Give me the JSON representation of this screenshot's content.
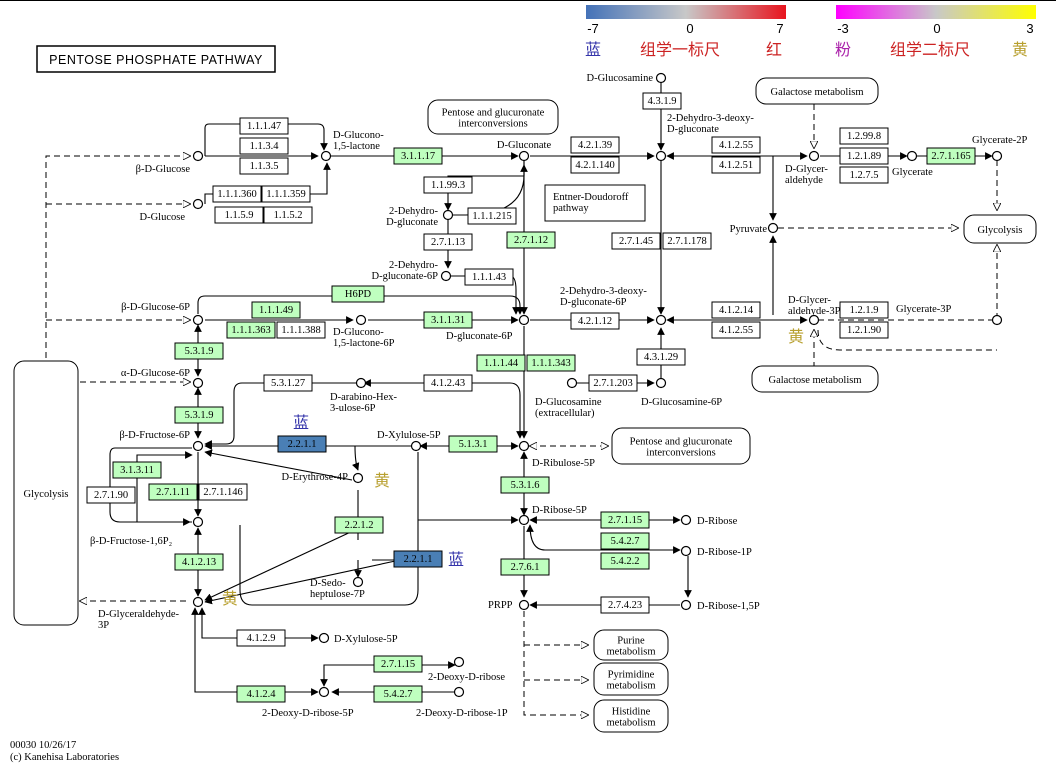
{
  "title": "PENTOSE PHOSPHATE PATHWAY",
  "footer": {
    "line1": "00030 10/26/17",
    "line2": "(c) Kanehisa Laboratories"
  },
  "legend": {
    "scale1": {
      "min": "-7",
      "mid": "0",
      "max": "7",
      "left_label": "蓝",
      "title": "组学一标尺",
      "right_label": "红"
    },
    "scale2": {
      "min": "-3",
      "mid": "0",
      "max": "3",
      "left_label": "粉",
      "title": "组学二标尺",
      "right_label": "黄"
    },
    "colors": {
      "blue": "#4472b8",
      "red": "#e8141e",
      "magenta": "#ff00ff",
      "yellow": "#ffff00",
      "label_blue": "#3333aa",
      "label_red": "#cc2222",
      "label_pink": "#aa22aa",
      "label_gold": "#b8a030"
    }
  },
  "color_codes": {
    "white": "#ffffff",
    "green": "#bfffbf",
    "blue": "#4a7fb5",
    "highlight": "#f0e000"
  },
  "marks": {
    "blue": "蓝",
    "yellow": "黄"
  },
  "maps": [
    {
      "label": "Pentose and glucuronate\ninterconversions"
    },
    {
      "label": "Galactose metabolism"
    },
    {
      "label": "Glycolysis"
    },
    {
      "label": "Galactose metabolism"
    },
    {
      "label": "Pentose and glucuronate\ninterconversions"
    },
    {
      "label": "Purine\nmetabolism"
    },
    {
      "label": "Pyrimidine\nmetabolism"
    },
    {
      "label": "Histidine\nmetabolism"
    },
    {
      "label": "Glycolysis"
    }
  ],
  "enzymes": [
    {
      "label": "1.1.1.47",
      "color": "white"
    },
    {
      "label": "1.1.3.4",
      "color": "white"
    },
    {
      "label": "1.1.3.5",
      "color": "white"
    },
    {
      "label": "1.1.1.360",
      "color": "white"
    },
    {
      "label": "1.1.1.359",
      "color": "white"
    },
    {
      "label": "1.1.5.9",
      "color": "white"
    },
    {
      "label": "1.1.5.2",
      "color": "white"
    },
    {
      "label": "3.1.1.17",
      "color": "green"
    },
    {
      "label": "1.1.99.3",
      "color": "white"
    },
    {
      "label": "1.1.1.215",
      "color": "white"
    },
    {
      "label": "2.7.1.13",
      "color": "white"
    },
    {
      "label": "2.7.1.12",
      "color": "green"
    },
    {
      "label": "1.1.1.43",
      "color": "white"
    },
    {
      "label": "4.2.1.39",
      "color": "white"
    },
    {
      "label": "4.2.1.140",
      "color": "white"
    },
    {
      "label": "4.3.1.9",
      "color": "white"
    },
    {
      "label": "4.1.2.55",
      "color": "white"
    },
    {
      "label": "4.1.2.51",
      "color": "white"
    },
    {
      "label": "1.2.99.8",
      "color": "white"
    },
    {
      "label": "1.2.1.89",
      "color": "white"
    },
    {
      "label": "1.2.7.5",
      "color": "white"
    },
    {
      "label": "2.7.1.165",
      "color": "green"
    },
    {
      "label": "2.7.1.45",
      "color": "white"
    },
    {
      "label": "2.7.1.178",
      "color": "white"
    },
    {
      "label": "H6PD",
      "color": "green"
    },
    {
      "label": "1.1.1.49",
      "color": "green"
    },
    {
      "label": "1.1.1.363",
      "color": "green"
    },
    {
      "label": "1.1.1.388",
      "color": "white"
    },
    {
      "label": "3.1.1.31",
      "color": "green"
    },
    {
      "label": "4.2.1.12",
      "color": "white"
    },
    {
      "label": "4.1.2.14",
      "color": "white"
    },
    {
      "label": "4.1.2.55",
      "color": "white"
    },
    {
      "label": "1.2.1.9",
      "color": "white"
    },
    {
      "label": "1.2.1.90",
      "color": "white"
    },
    {
      "label": "4.3.1.29",
      "color": "white"
    },
    {
      "label": "5.3.1.9",
      "color": "green"
    },
    {
      "label": "5.3.1.27",
      "color": "white"
    },
    {
      "label": "4.1.2.43",
      "color": "white"
    },
    {
      "label": "1.1.1.44",
      "color": "green"
    },
    {
      "label": "1.1.1.343",
      "color": "green"
    },
    {
      "label": "2.7.1.203",
      "color": "white"
    },
    {
      "label": "5.3.1.9",
      "color": "green"
    },
    {
      "label": "2.2.1.1",
      "color": "blue"
    },
    {
      "label": "5.1.3.1",
      "color": "green"
    },
    {
      "label": "3.1.3.11",
      "color": "green"
    },
    {
      "label": "2.7.1.90",
      "color": "white"
    },
    {
      "label": "2.7.1.11",
      "color": "green"
    },
    {
      "label": "2.7.1.146",
      "color": "white"
    },
    {
      "label": "5.3.1.6",
      "color": "green"
    },
    {
      "label": "2.2.1.2",
      "color": "green"
    },
    {
      "label": "2.7.1.15",
      "color": "green"
    },
    {
      "label": "5.4.2.7",
      "color": "green"
    },
    {
      "label": "5.4.2.2",
      "color": "green"
    },
    {
      "label": "2.2.1.1",
      "color": "blue"
    },
    {
      "label": "4.1.2.13",
      "color": "green"
    },
    {
      "label": "2.7.6.1",
      "color": "green"
    },
    {
      "label": "2.7.4.23",
      "color": "white"
    },
    {
      "label": "4.1.2.9",
      "color": "white"
    },
    {
      "label": "2.7.1.15",
      "color": "green"
    },
    {
      "label": "4.1.2.4",
      "color": "green"
    },
    {
      "label": "5.4.2.7",
      "color": "green"
    }
  ],
  "compounds": [
    {
      "label": "D-Glucosamine"
    },
    {
      "label": "β-D-Glucose"
    },
    {
      "label": "D-Glucose"
    },
    {
      "label": "D-Glucono-\n1,5-lactone"
    },
    {
      "label": "D-Gluconate"
    },
    {
      "label": "2-Dehydro-3-deoxy-\nD-gluconate"
    },
    {
      "label": "D-Glycer-\naldehyde"
    },
    {
      "label": "Glycerate"
    },
    {
      "label": "Glycerate-2P"
    },
    {
      "label": "2-Dehydro-\nD-gluconate"
    },
    {
      "label": "Pyruvate"
    },
    {
      "label": "2-Dehydro-\nD-gluconate-6P"
    },
    {
      "label": "β-D-Glucose-6P"
    },
    {
      "label": "D-Glucono-\n1,5-lactone-6P"
    },
    {
      "label": "D-gluconate-6P"
    },
    {
      "label": "2-Dehydro-3-deoxy-\nD-gluconate-6P"
    },
    {
      "label": "D-Glycer-\naldehyde-3P"
    },
    {
      "label": "Glycerate-3P"
    },
    {
      "label": "α-D-Glucose-6P"
    },
    {
      "label": "D-arabino-Hex-\n3-ulose-6P"
    },
    {
      "label": "D-Glucosamine\n(extracellular)"
    },
    {
      "label": "D-Glucosamine-6P"
    },
    {
      "label": "β-D-Fructose-6P"
    },
    {
      "label": "D-Xylulose-5P"
    },
    {
      "label": "D-Ribulose-5P"
    },
    {
      "label": "D-Erythrose-4P"
    },
    {
      "label": "D-Ribose-5P"
    },
    {
      "label": "D-Ribose"
    },
    {
      "label": "β-D-Fructose-1,6P₂"
    },
    {
      "label": "D-Ribose-1P"
    },
    {
      "label": "D-Sedo-\nheptulose-7P"
    },
    {
      "label": "PRPP"
    },
    {
      "label": "D-Ribose-1,5P"
    },
    {
      "label": "D-Glyceraldehyde-\n3P"
    },
    {
      "label": "D-Xylulose-5P"
    },
    {
      "label": "2-Deoxy-D-ribose"
    },
    {
      "label": "2-Deoxy-D-ribose-5P"
    },
    {
      "label": "2-Deoxy-D-ribose-1P"
    }
  ],
  "notes": [
    {
      "label": "Entner-Doudoroff\npathway"
    }
  ]
}
